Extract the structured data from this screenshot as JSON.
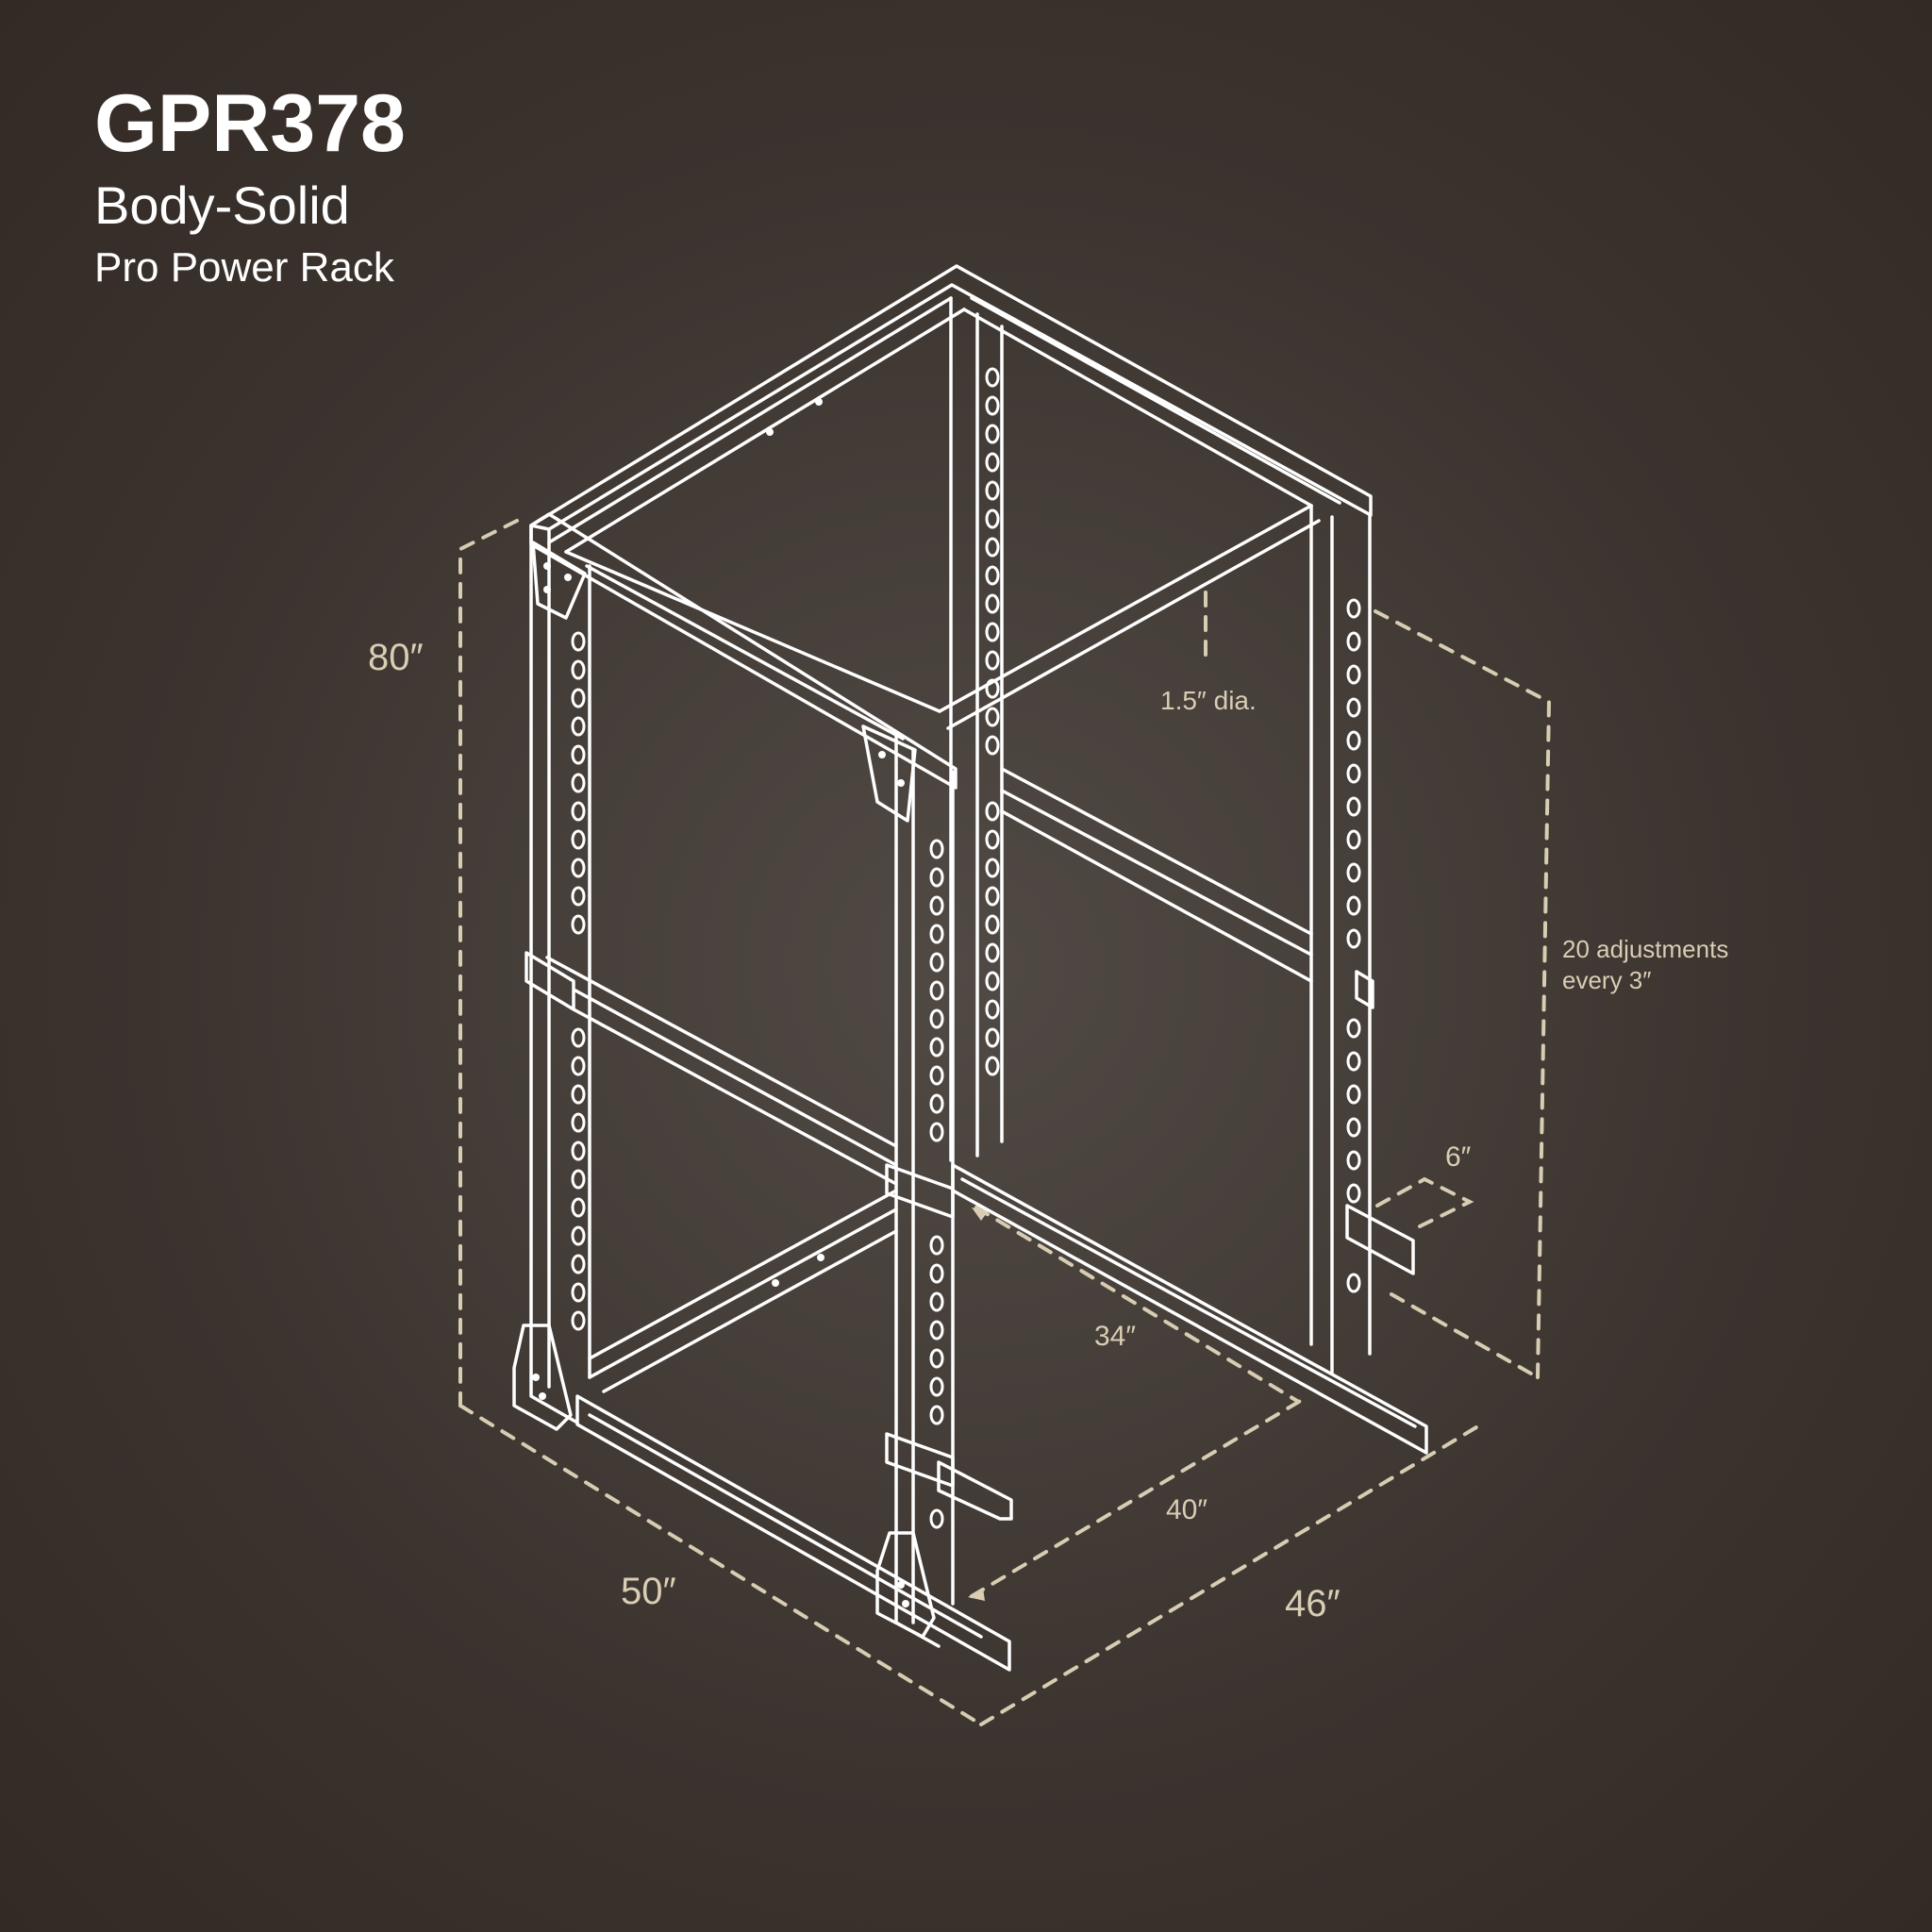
{
  "header": {
    "model": "GPR378",
    "brand": "Body-Solid",
    "product_name": "Pro Power Rack"
  },
  "dimensions": {
    "height": "80″",
    "width": "50″",
    "depth": "46″",
    "inner_depth": "40″",
    "inner_width": "34″",
    "pullup_bar": "1.5″ dia.",
    "adjustments_line1": "20 adjustments",
    "adjustments_line2": "every 3″",
    "safety_length": "6″"
  },
  "colors": {
    "background_center": "#504944",
    "background_edge": "#332a25",
    "line_art": "#ffffff",
    "dimension": "#d9cdb4"
  }
}
